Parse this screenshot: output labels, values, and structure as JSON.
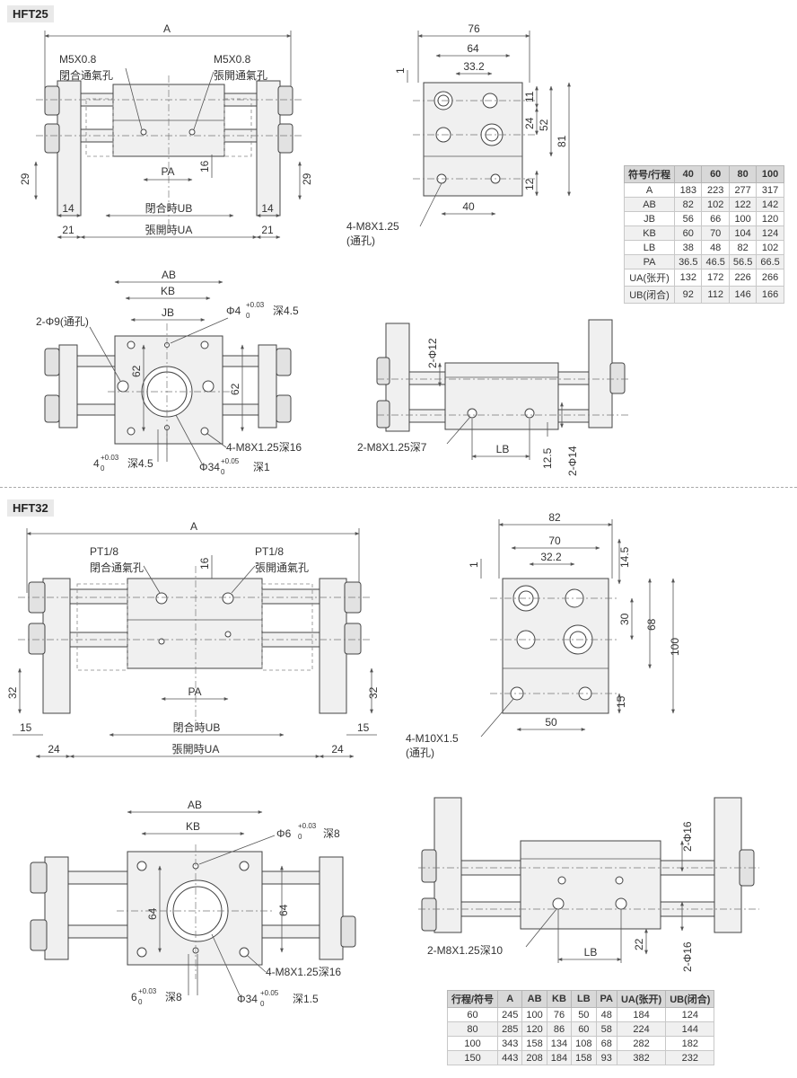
{
  "sections": {
    "hft25": {
      "title": "HFT25"
    },
    "hft32": {
      "title": "HFT32"
    }
  },
  "hft25": {
    "front": {
      "dim_A": "A",
      "port_left_spec": "M5X0.8",
      "port_left_name": "閉合通氣孔",
      "port_right_spec": "M5X0.8",
      "port_right_name": "張開通氣孔",
      "dim_PA": "PA",
      "dim_16": "16",
      "dim_29_left": "29",
      "dim_29_right": "29",
      "dim_14_left": "14",
      "dim_14_right": "14",
      "dim_21_left": "21",
      "dim_21_right": "21",
      "dim_UB": "閉合時UB",
      "dim_UA": "張開時UA"
    },
    "side": {
      "dim_76": "76",
      "dim_64": "64",
      "dim_33_2": "33.2",
      "dim_1": "1",
      "dim_11": "11",
      "dim_24": "24",
      "dim_52": "52",
      "dim_81": "81",
      "dim_12": "12",
      "dim_40": "40",
      "thread_spec": "4-M8X1.25",
      "thread_note": "(通孔)"
    },
    "bottom": {
      "dim_AB": "AB",
      "dim_KB": "KB",
      "dim_JB": "JB",
      "hole_2_phi9": "2-Φ9(通孔)",
      "pin_label": "Φ4",
      "pin_tol_up": "+0.03",
      "pin_tol_lo": "0",
      "pin_depth": "深4.5",
      "dim_62_left": "62",
      "dim_62_right": "62",
      "thread_spec": "4-M8X1.25深16",
      "pin2_label": "4",
      "pin2_tol_up": "+0.03",
      "pin2_tol_lo": "0",
      "pin2_depth": "深4.5",
      "bore_label": "Φ34",
      "bore_tol_up": "+0.05",
      "bore_tol_lo": "0",
      "bore_depth": "深1"
    },
    "iso": {
      "dim_2_phi12": "2-Φ12",
      "dim_2_phi14": "2-Φ14",
      "dim_12_5": "12.5",
      "dim_LB": "LB",
      "thread_spec": "2-M8X1.25深7"
    },
    "table": {
      "headers": [
        "符号/行程",
        "40",
        "60",
        "80",
        "100"
      ],
      "rows": [
        [
          "A",
          "183",
          "223",
          "277",
          "317"
        ],
        [
          "AB",
          "82",
          "102",
          "122",
          "142"
        ],
        [
          "JB",
          "56",
          "66",
          "100",
          "120"
        ],
        [
          "KB",
          "60",
          "70",
          "104",
          "124"
        ],
        [
          "LB",
          "38",
          "48",
          "82",
          "102"
        ],
        [
          "PA",
          "36.5",
          "46.5",
          "56.5",
          "66.5"
        ],
        [
          "UA(张开)",
          "132",
          "172",
          "226",
          "266"
        ],
        [
          "UB(闭合)",
          "92",
          "112",
          "146",
          "166"
        ]
      ]
    }
  },
  "hft32": {
    "front": {
      "dim_A": "A",
      "port_left_spec": "PT1/8",
      "port_left_name": "閉合通氣孔",
      "port_right_spec": "PT1/8",
      "port_right_name": "張開通氣孔",
      "dim_16": "16",
      "dim_PA": "PA",
      "dim_32_left": "32",
      "dim_32_right": "32",
      "dim_15_left": "15",
      "dim_15_right": "15",
      "dim_24_left": "24",
      "dim_24_right": "24",
      "dim_UB": "閉合時UB",
      "dim_UA": "張開時UA"
    },
    "side": {
      "dim_82": "82",
      "dim_70": "70",
      "dim_32_2": "32.2",
      "dim_1": "1",
      "dim_14_5": "14.5",
      "dim_30": "30",
      "dim_68": "68",
      "dim_100": "100",
      "dim_15": "15",
      "dim_50": "50",
      "thread_spec": "4-M10X1.5",
      "thread_note": "(通孔)"
    },
    "bottom": {
      "dim_AB": "AB",
      "dim_KB": "KB",
      "pin_label": "Φ6",
      "pin_tol_up": "+0.03",
      "pin_tol_lo": "0",
      "pin_depth": "深8",
      "dim_64_left": "64",
      "dim_64_right": "64",
      "thread_spec": "4-M8X1.25深16",
      "pin2_label": "6",
      "pin2_tol_up": "+0.03",
      "pin2_tol_lo": "0",
      "pin2_depth": "深8",
      "bore_label": "Φ34",
      "bore_tol_up": "+0.05",
      "bore_tol_lo": "0",
      "bore_depth": "深1.5"
    },
    "iso": {
      "dim_2_phi16_top": "2-Φ16",
      "dim_2_phi16_bot": "2-Φ16",
      "dim_22": "22",
      "dim_LB": "LB",
      "thread_spec": "2-M8X1.25深10"
    },
    "table": {
      "headers": [
        "行程/符号",
        "A",
        "AB",
        "KB",
        "LB",
        "PA",
        "UA(张开)",
        "UB(闭合)"
      ],
      "rows": [
        [
          "60",
          "245",
          "100",
          "76",
          "50",
          "48",
          "184",
          "124"
        ],
        [
          "80",
          "285",
          "120",
          "86",
          "60",
          "58",
          "224",
          "144"
        ],
        [
          "100",
          "343",
          "158",
          "134",
          "108",
          "68",
          "282",
          "182"
        ],
        [
          "150",
          "443",
          "208",
          "184",
          "158",
          "93",
          "382",
          "232"
        ]
      ]
    }
  }
}
